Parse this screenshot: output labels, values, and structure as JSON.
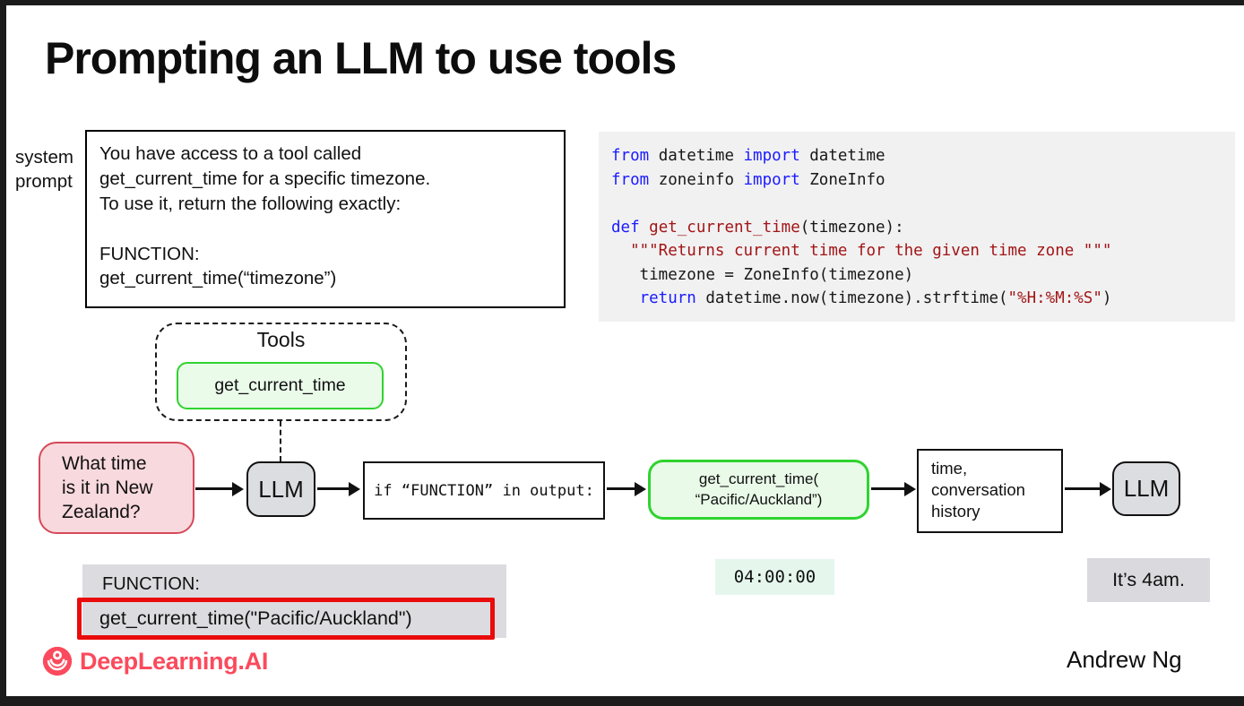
{
  "slide": {
    "title": "Prompting an LLM to use tools",
    "author": "Andrew Ng",
    "brand": "DeepLearning.AI"
  },
  "system_prompt": {
    "label": "system\nprompt",
    "text": "You have access to a tool called\nget_current_time for a specific timezone.\nTo use it, return the following exactly:\n\nFUNCTION:\nget_current_time(“timezone”)"
  },
  "code_block": {
    "background": "#f1f1f2",
    "lines": [
      [
        {
          "t": "from",
          "c": "kw"
        },
        {
          "t": " datetime ",
          "c": "pl"
        },
        {
          "t": "import",
          "c": "kw"
        },
        {
          "t": " datetime",
          "c": "pl"
        }
      ],
      [
        {
          "t": "from",
          "c": "kw"
        },
        {
          "t": " zoneinfo ",
          "c": "pl"
        },
        {
          "t": "import",
          "c": "kw"
        },
        {
          "t": " ZoneInfo",
          "c": "pl"
        }
      ],
      [],
      [
        {
          "t": "def",
          "c": "kw"
        },
        {
          "t": " ",
          "c": "pl"
        },
        {
          "t": "get_current_time",
          "c": "fn"
        },
        {
          "t": "(timezone):",
          "c": "pl"
        }
      ],
      [
        {
          "t": "  ",
          "c": "pl"
        },
        {
          "t": "\"\"\"Returns current time for the given time zone \"\"\"",
          "c": "str"
        }
      ],
      [
        {
          "t": "   timezone = ZoneInfo(timezone)",
          "c": "pl"
        }
      ],
      [
        {
          "t": "   ",
          "c": "pl"
        },
        {
          "t": "return",
          "c": "kw"
        },
        {
          "t": " datetime.now(timezone).strftime(",
          "c": "pl"
        },
        {
          "t": "\"%H:%M:%S\"",
          "c": "str"
        },
        {
          "t": ")",
          "c": "pl"
        }
      ]
    ]
  },
  "tools": {
    "title": "Tools",
    "tool_name": "get_current_time"
  },
  "flow": {
    "user_query": "What time\nis it in New\nZealand?",
    "llm1": "LLM",
    "condition": "if “FUNCTION” in output:",
    "tool_call": "get_current_time(\n“Pacific/Auckland”)",
    "context": "time,\nconversation\nhistory",
    "llm2": "LLM"
  },
  "outputs": {
    "llm_output_label": "FUNCTION:",
    "llm_output_call": "get_current_time(\"Pacific/Auckland\")",
    "tool_result": "04:00:00",
    "final_answer": "It’s 4am."
  },
  "colors": {
    "keyword_blue": "#1b1bff",
    "string_red": "#a31515",
    "tool_green_border": "#2fd32f",
    "tool_green_fill": "#eafbea",
    "user_pink_fill": "#f8d9de",
    "user_pink_border": "#d5495a",
    "llm_gray": "#dbdde1",
    "output_gray": "#dcdce0",
    "highlight_red": "#ea0b0b",
    "result_mint": "#e5f7ec",
    "brand_pink": "#fb4a5d",
    "code_bg": "#f1f1f2"
  }
}
